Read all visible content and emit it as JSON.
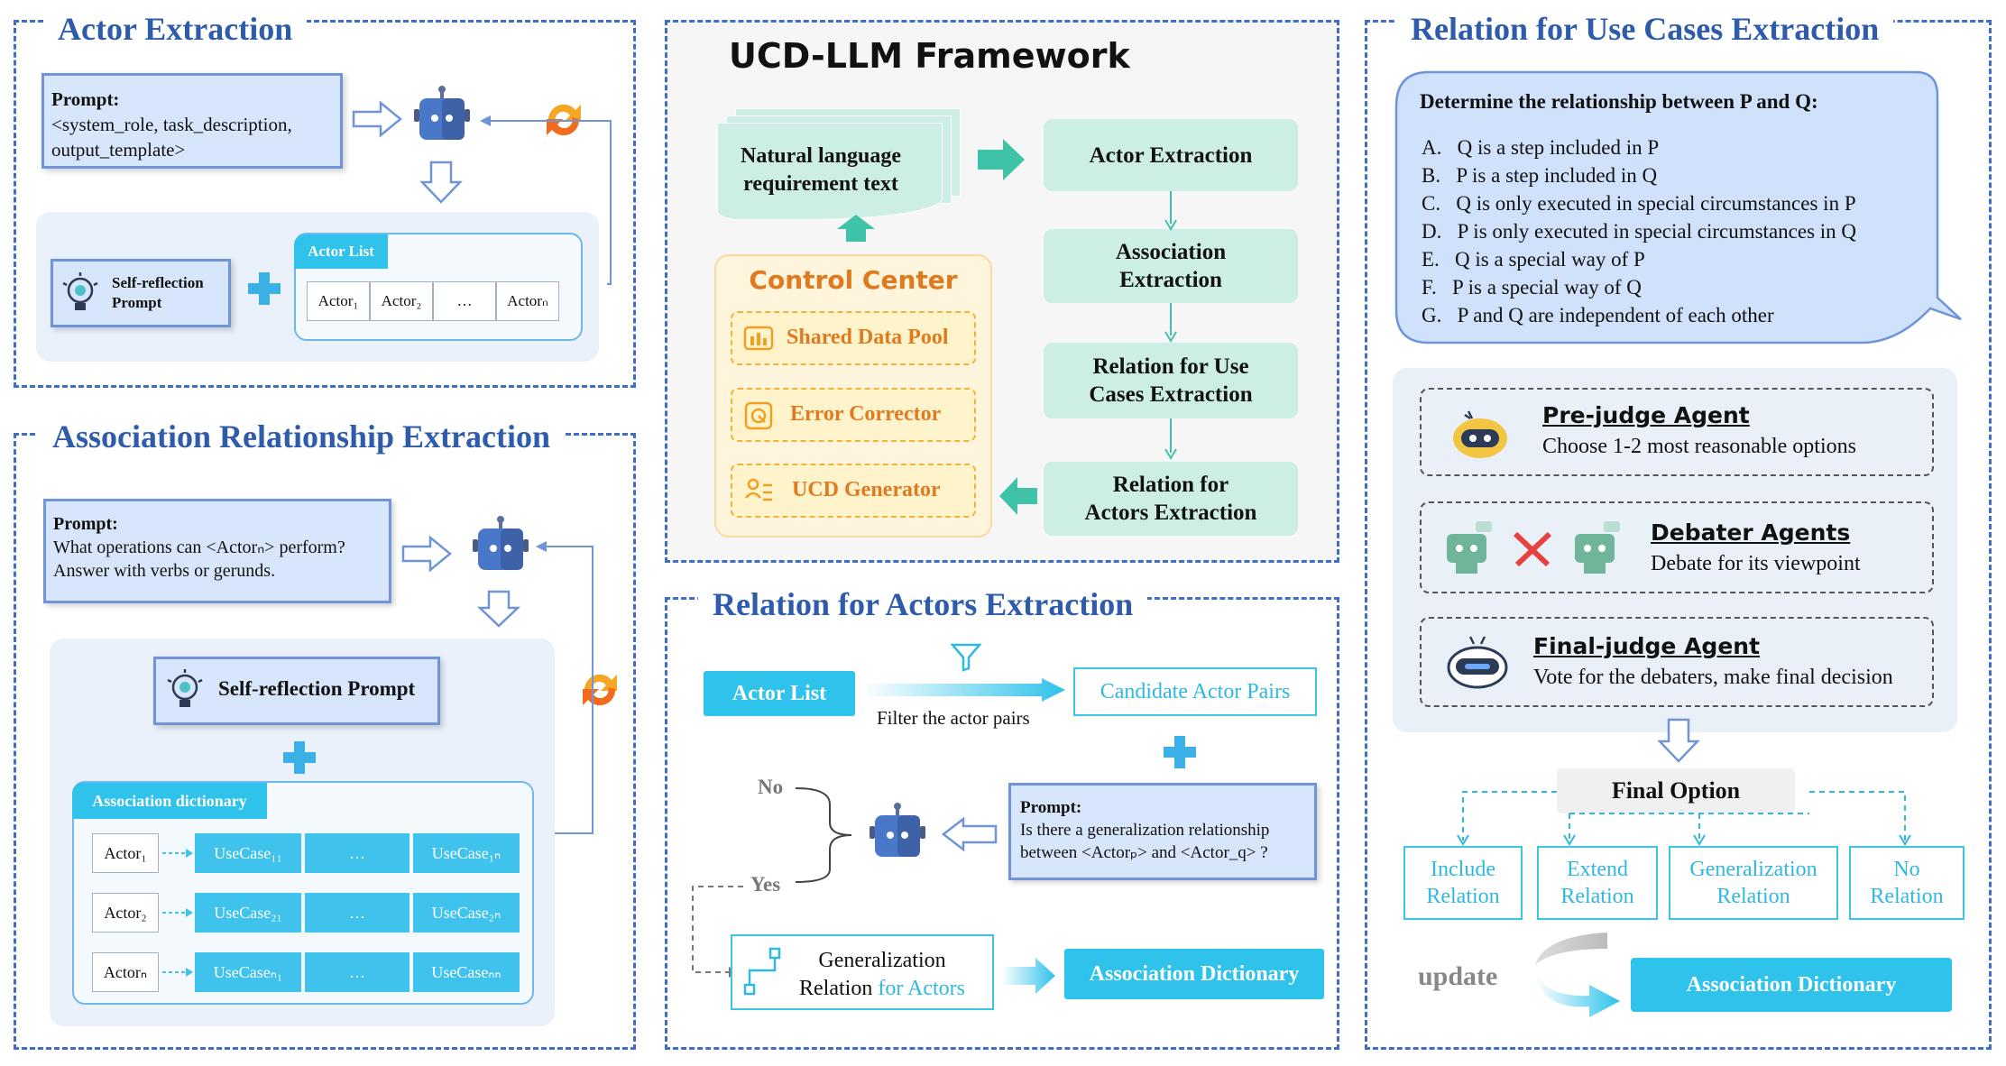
{
  "actor_extraction": {
    "title": "Actor Extraction",
    "prompt_label": "Prompt:",
    "prompt_text": "<system_role, task_description, output_template>",
    "self_reflection": "Self-reflection Prompt",
    "actor_list_label": "Actor List",
    "actors": [
      "Actor₁",
      "Actor₂",
      "…",
      "Actorₙ"
    ]
  },
  "association": {
    "title": "Association Relationship Extraction",
    "prompt_label": "Prompt:",
    "prompt_line1": "What operations can <Actorₙ> perform?",
    "prompt_line2": "Answer with verbs or gerunds.",
    "self_reflection": "Self-reflection Prompt",
    "dict_label": "Association dictionary",
    "rows": [
      {
        "actor": "Actor₁",
        "c1": "UseCase₁₁",
        "c2": "…",
        "c3": "UseCase₁ₙ"
      },
      {
        "actor": "Actor₂",
        "c1": "UseCase₂₁",
        "c2": "…",
        "c3": "UseCase₂ₙ"
      },
      {
        "actor": "Actorₙ",
        "c1": "UseCaseₙ₁",
        "c2": "…",
        "c3": "UseCaseₙₙ"
      }
    ]
  },
  "framework": {
    "title": "UCD-LLM Framework",
    "input_line1": "Natural language",
    "input_line2": "requirement text",
    "control_center": "Control Center",
    "cc_items": [
      "Shared Data Pool",
      "Error Corrector",
      "UCD Generator"
    ],
    "steps": [
      "Actor Extraction",
      "Association Extraction",
      "Relation for Use Cases Extraction",
      "Relation for Actors Extraction"
    ]
  },
  "actors_relation": {
    "title": "Relation for Actors Extraction",
    "actor_list": "Actor List",
    "filter_text": "Filter the actor pairs",
    "candidate": "Candidate Actor Pairs",
    "no": "No",
    "yes": "Yes",
    "prompt_label": "Prompt:",
    "prompt_line1": "Is there a generalization relationship",
    "prompt_line2": "between <Actorₚ> and <Actor_q> ?",
    "gen_line1": "Generalization",
    "gen_line2a": "Relation ",
    "gen_line2b": "for Actors",
    "assoc_dict": "Association Dictionary"
  },
  "usecase_relation": {
    "title": "Relation for Use Cases Extraction",
    "question": "Determine the relationship between P and Q:",
    "options": [
      "A.   Q is a step included in P",
      "B.   P is a step included in Q",
      "C.   Q is only executed in special circumstances in P",
      "D.   P is only executed in special circumstances in Q",
      "E.   Q is a special way of P",
      "F.   P is a special way of Q",
      "G.   P and Q are independent of each other"
    ],
    "agents": [
      {
        "name": "Pre-judge Agent",
        "desc": "Choose 1-2 most reasonable options"
      },
      {
        "name": "Debater Agents",
        "desc": "Debate for its viewpoint"
      },
      {
        "name": "Final-judge Agent",
        "desc": "Vote for the debaters, make final decision"
      }
    ],
    "final_option": "Final Option",
    "relations": [
      "Include Relation",
      "Extend Relation",
      "Generalization Relation",
      "No Relation"
    ],
    "update": "update",
    "assoc_dict": "Association Dictionary"
  },
  "colors": {
    "border": "#3f6ec2",
    "title": "#2e5cab",
    "cyan": "#2fc2ea",
    "teal": "#cdeee5",
    "orange": "#e07a1f"
  }
}
